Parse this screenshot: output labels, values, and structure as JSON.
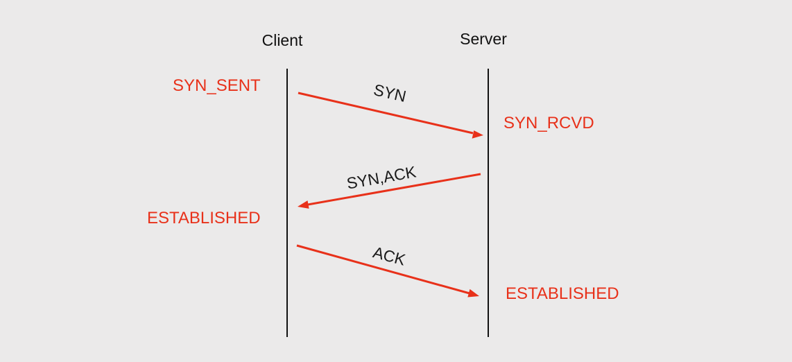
{
  "colors": {
    "background": "#ebeaea",
    "line": "#111111",
    "state": "#e8311a",
    "arrow": "#e8311a",
    "message_label": "#1a1a1a"
  },
  "participants": {
    "client": "Client",
    "server": "Server"
  },
  "states": {
    "client_initial": "SYN_SENT",
    "server_after_syn": "SYN_RCVD",
    "client_after_synack": "ESTABLISHED",
    "server_after_ack": "ESTABLISHED"
  },
  "messages": [
    {
      "label": "SYN",
      "from": "Client",
      "to": "Server"
    },
    {
      "label": "SYN,ACK",
      "from": "Server",
      "to": "Client"
    },
    {
      "label": "ACK",
      "from": "Client",
      "to": "Server"
    }
  ]
}
